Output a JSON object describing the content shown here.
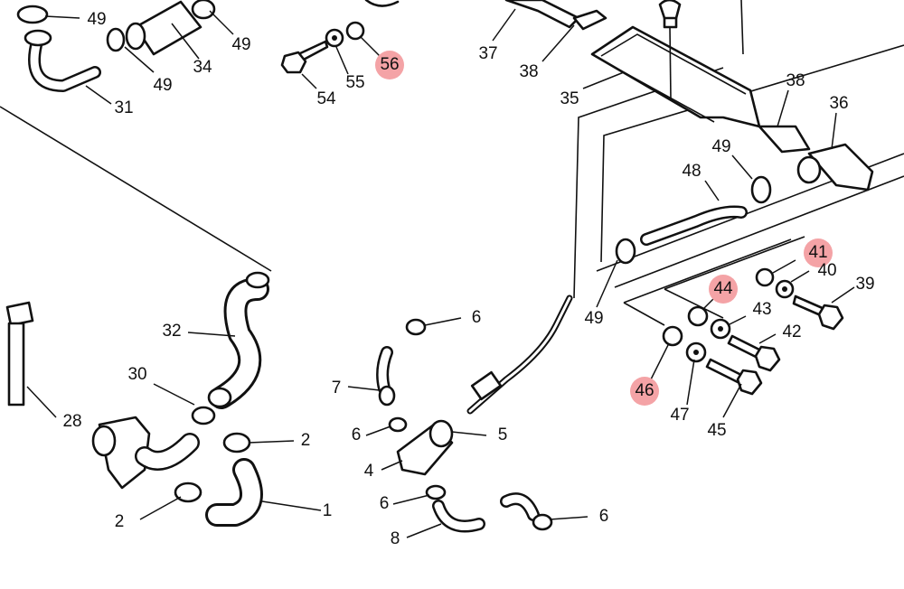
{
  "colors": {
    "ink": "#111111",
    "highlight": "#f4a3a6",
    "highlight_text": "#cc1a1a"
  },
  "labels": [
    {
      "text": "49",
      "highlight": false
    },
    {
      "text": "49",
      "highlight": false
    },
    {
      "text": "34",
      "highlight": false
    },
    {
      "text": "49",
      "highlight": false
    },
    {
      "text": "31",
      "highlight": false
    },
    {
      "text": "56",
      "highlight": true
    },
    {
      "text": "54",
      "highlight": false
    },
    {
      "text": "55",
      "highlight": false
    },
    {
      "text": "37",
      "highlight": false
    },
    {
      "text": "38",
      "highlight": false
    },
    {
      "text": "35",
      "highlight": false
    },
    {
      "text": "38",
      "highlight": false
    },
    {
      "text": "36",
      "highlight": false
    },
    {
      "text": "49",
      "highlight": false
    },
    {
      "text": "48",
      "highlight": false
    },
    {
      "text": "41",
      "highlight": true
    },
    {
      "text": "40",
      "highlight": false
    },
    {
      "text": "39",
      "highlight": false
    },
    {
      "text": "44",
      "highlight": true
    },
    {
      "text": "43",
      "highlight": false
    },
    {
      "text": "42",
      "highlight": false
    },
    {
      "text": "49",
      "highlight": false
    },
    {
      "text": "46",
      "highlight": true
    },
    {
      "text": "47",
      "highlight": false
    },
    {
      "text": "45",
      "highlight": false
    },
    {
      "text": "32",
      "highlight": false
    },
    {
      "text": "30",
      "highlight": false
    },
    {
      "text": "28",
      "highlight": false
    },
    {
      "text": "2",
      "highlight": false
    },
    {
      "text": "2",
      "highlight": false
    },
    {
      "text": "1",
      "highlight": false
    },
    {
      "text": "6",
      "highlight": false
    },
    {
      "text": "7",
      "highlight": false
    },
    {
      "text": "6",
      "highlight": false
    },
    {
      "text": "5",
      "highlight": false
    },
    {
      "text": "4",
      "highlight": false
    },
    {
      "text": "6",
      "highlight": false
    },
    {
      "text": "8",
      "highlight": false
    },
    {
      "text": "6",
      "highlight": false
    }
  ]
}
